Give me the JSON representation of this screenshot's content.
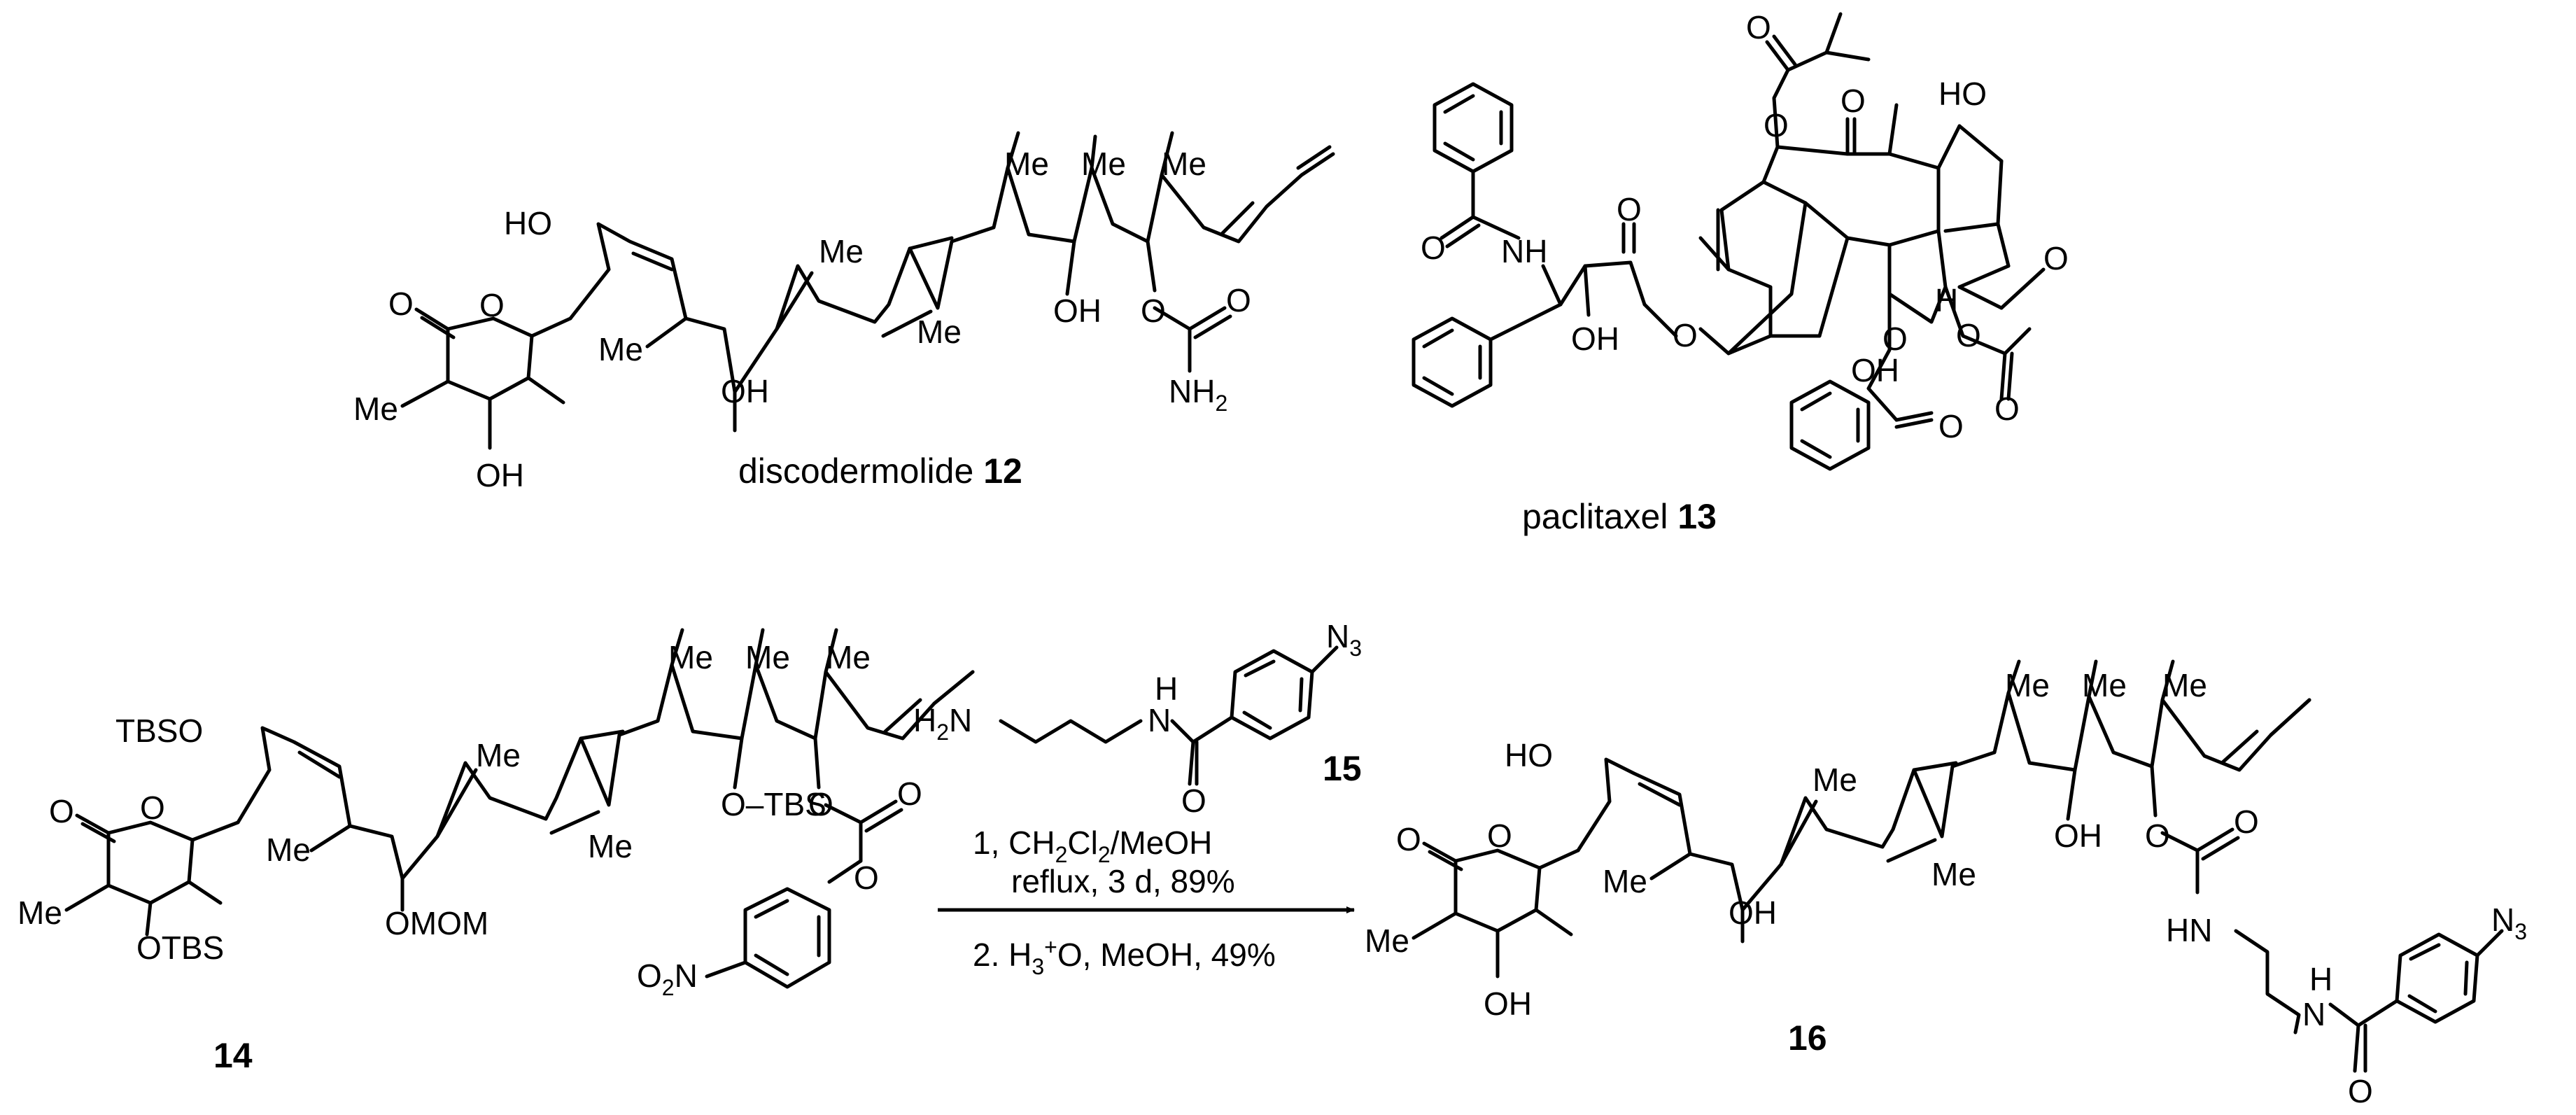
{
  "compounds": {
    "c12": {
      "name": "discodermolide",
      "number": "12"
    },
    "c13": {
      "name": "paclitaxel",
      "number": "13"
    },
    "c14": {
      "number": "14"
    },
    "c15": {
      "number": "15"
    },
    "c16": {
      "number": "16"
    }
  },
  "atoms": {
    "ho": "HO",
    "oh": "OH",
    "o": "O",
    "me": "Me",
    "nh": "NH",
    "h": "H",
    "n": "N",
    "tbso": "TBSO",
    "otbs": "OTBS",
    "o_tbs": "O–TBS",
    "omom": "OMOM",
    "nh2_n": "NH",
    "nh2_sub": "2",
    "h2n_h": "H",
    "h2n_sub": "2",
    "h2n_n": "N",
    "hn": "HN",
    "n3_n": "N",
    "n3_sub": "3",
    "o2n_o": "O",
    "o2n_sub": "2",
    "o2n_n": "N"
  },
  "conditions": {
    "step1_prefix": "1, CH",
    "step1_sub1": "2",
    "step1_mid": "Cl",
    "step1_sub2": "2",
    "step1_suffix": "/MeOH",
    "step1_line2": "reflux, 3 d, 89%",
    "step2_prefix": "2. H",
    "step2_sub": "3",
    "step2_sup": "+",
    "step2_suffix": "O",
    "step2_tail": ", MeOH, 49%"
  }
}
